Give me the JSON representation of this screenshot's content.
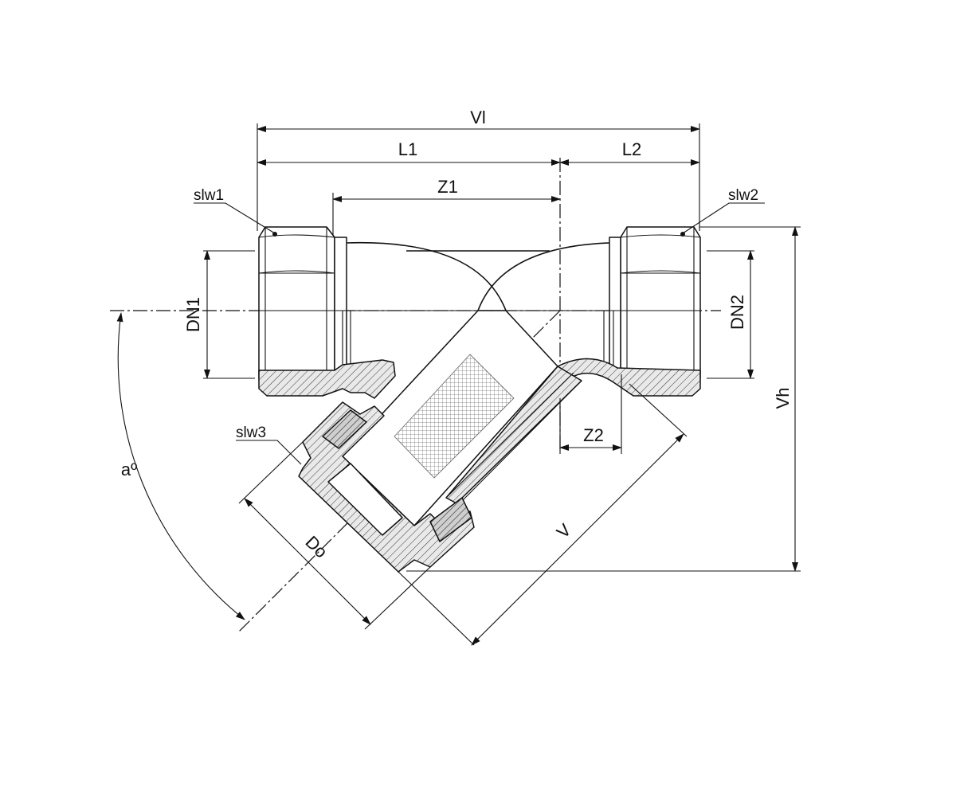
{
  "labels": {
    "vl": "Vl",
    "l1": "L1",
    "l2": "L2",
    "z1": "Z1",
    "z2": "Z2",
    "slw1": "slw1",
    "slw2": "slw2",
    "slw3": "slw3",
    "dn1": "DN1",
    "dn2": "DN2",
    "vh": "Vh",
    "v": "V",
    "do": "Do",
    "angle": "aº"
  }
}
